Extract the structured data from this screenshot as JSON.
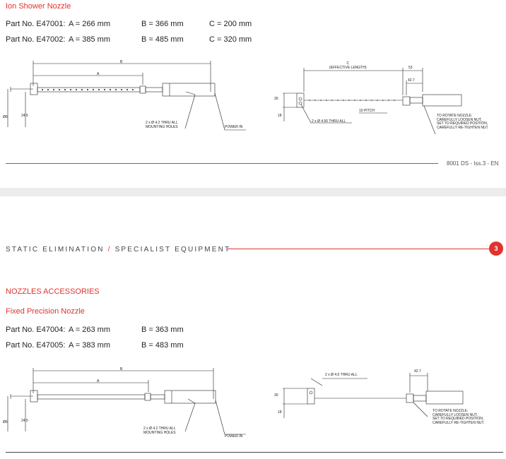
{
  "section1": {
    "subtitle": "Ion Shower Nozzle",
    "parts": [
      {
        "label": "Part No. E47001:",
        "a": "A = 266 mm",
        "b": "B = 366 mm",
        "c": "C = 200 mm"
      },
      {
        "label": "Part No. E47002:",
        "a": "A = 385 mm",
        "b": "B = 485 mm",
        "c": "C = 320 mm"
      }
    ],
    "drawing_left": {
      "dim_b": "B",
      "dim_a": "A",
      "dim_phi": "Ø6",
      "dim_245": "24.5",
      "holes": "2 x Ø 4.2 THRU ALL\nMOUNTING HOLES",
      "power": "POWER IN"
    },
    "drawing_right": {
      "dim_c": "C\n(EFFECTIVE LENGTH)",
      "dim_53": "53",
      "dim_427": "42.7",
      "dim_30": "30",
      "dim_18": "18",
      "pitch": "10 PITCH",
      "holes": "2 x Ø 4.50 THRU ALL",
      "rotate": "TO ROTATE NOZZLE:\nCAREFULLY LOOSEN NUT,\nSET TO REQUIRED POSITION,\nCAREFULLY RE-TIGHTEN NUT."
    },
    "footer_code": "8001 DS - Iss.3 - EN"
  },
  "header": {
    "category_left": "STATIC ELIMINATION",
    "slash": "/",
    "category_right": "SPECIALIST EQUIPMENT",
    "page_number": "3"
  },
  "section2": {
    "heading": "NOZZLES ACCESSORIES",
    "subtitle": "Fixed Precision Nozzle",
    "parts": [
      {
        "label": "Part No. E47004:",
        "a": "A = 263 mm",
        "b": "B = 363 mm"
      },
      {
        "label": "Part No. E47005:",
        "a": "A = 383 mm",
        "b": "B = 483 mm"
      }
    ],
    "drawing_left": {
      "dim_b": "B",
      "dim_a": "A",
      "dim_phi": "Ø6",
      "dim_245": "24.5",
      "holes": "2 x Ø 4.2 THRU ALL\nMOUNTING HOLES",
      "power": "POWER IN"
    },
    "drawing_right": {
      "holes": "2 x Ø 4.5 THRU ALL",
      "dim_427": "42.7",
      "dim_30": "30",
      "dim_18": "18",
      "rotate": "TO ROTATE NOZZLE:\nCAREFULLY LOOSEN NUT,\nSET TO REQUIRED POSITION,\nCAREFULLY RE-TIGHTEN NUT."
    }
  },
  "colors": {
    "accent": "#e0332f",
    "band": "#ececec"
  }
}
